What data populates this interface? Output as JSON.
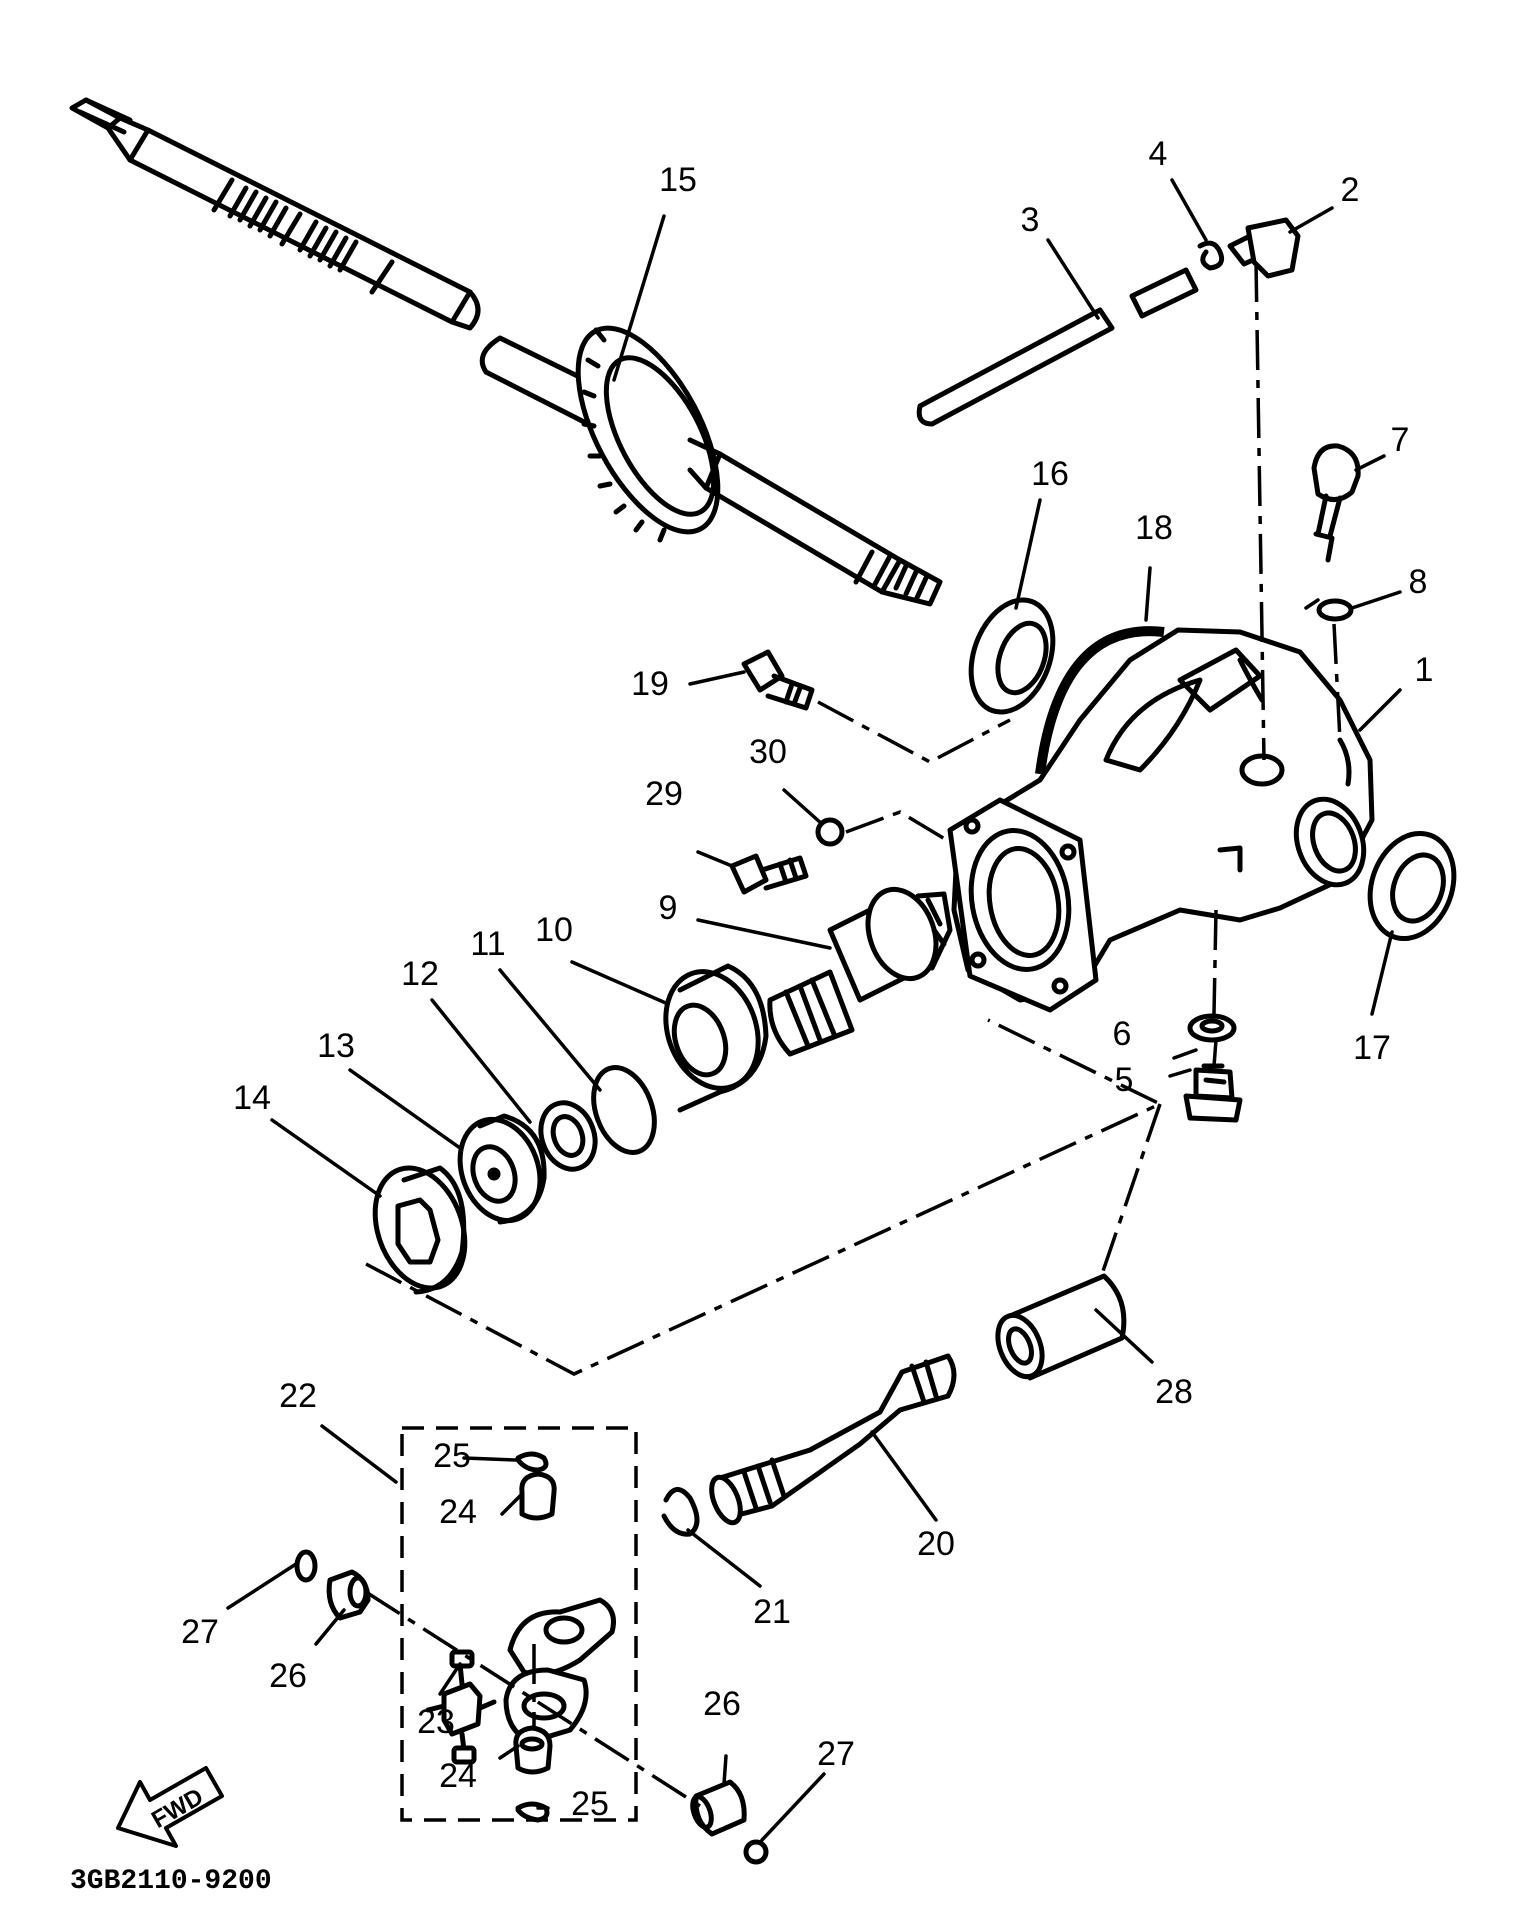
{
  "diagram_code": "3GB2110-9200",
  "fwd_label": "FWD",
  "callouts": {
    "c1": "1",
    "c2": "2",
    "c3": "3",
    "c4": "4",
    "c5": "5",
    "c6": "6",
    "c7": "7",
    "c8": "8",
    "c9": "9",
    "c10": "10",
    "c11": "11",
    "c12": "12",
    "c13": "13",
    "c14": "14",
    "c15": "15",
    "c16": "16",
    "c17": "17",
    "c18": "18",
    "c19": "19",
    "c20": "20",
    "c21": "21",
    "c22": "22",
    "c23": "23",
    "c24a": "24",
    "c24b": "24",
    "c25a": "25",
    "c25b": "25",
    "c26a": "26",
    "c26b": "26",
    "c27a": "27",
    "c27b": "27",
    "c28": "28",
    "c29": "29",
    "c30": "30"
  }
}
